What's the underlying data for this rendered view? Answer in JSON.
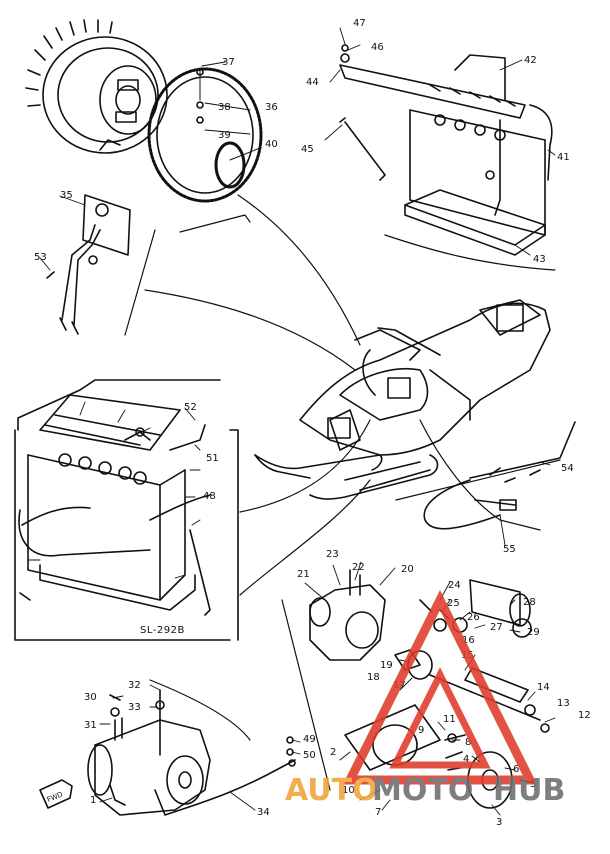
{
  "diagram": {
    "inset_caption": "SL-292B",
    "fwd_label": "FWD",
    "part_numbers": [
      "1",
      "2",
      "3",
      "4",
      "5",
      "6",
      "7",
      "8",
      "9",
      "10",
      "11",
      "12",
      "13",
      "14",
      "15",
      "16",
      "17",
      "18",
      "19",
      "20",
      "21",
      "22",
      "23",
      "24",
      "25",
      "26",
      "27",
      "28",
      "29",
      "30",
      "31",
      "32",
      "33",
      "34",
      "35",
      "36",
      "37",
      "38",
      "39",
      "40",
      "41",
      "42",
      "43",
      "44",
      "45",
      "46",
      "47",
      "48",
      "49",
      "50",
      "51",
      "52",
      "53",
      "54",
      "55"
    ],
    "watermark": {
      "part1": "AUTO",
      "part2": "MOTO",
      "part3": "HUB",
      "color_orange": "#f2a23a",
      "color_gray": "#6d6d6d",
      "triangle_color": "#e03a2a"
    }
  }
}
